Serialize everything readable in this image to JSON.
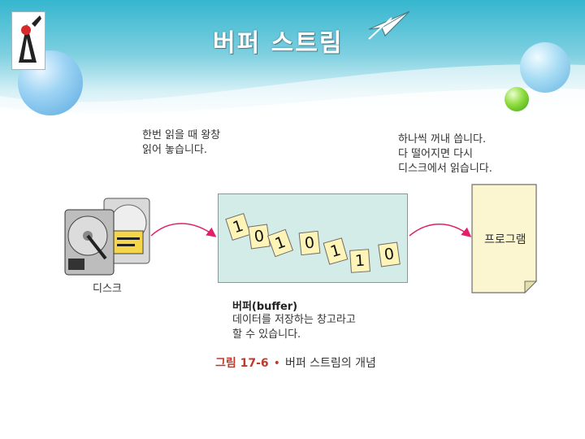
{
  "title": "버퍼 스트림",
  "captions": {
    "read_left": "한번 읽을 때 왕창\n읽어 놓습니다.",
    "read_right": "하나씩 꺼내 씁니다.\n다 떨어지면 다시\n디스크에서 읽습니다."
  },
  "disk_label": "디스크",
  "program_label": "프로그램",
  "buffer": {
    "title": "버퍼(buffer)",
    "description": "데이터를 저장하는 창고라고\n할 수 있습니다.",
    "bits": [
      "1",
      "0",
      "1",
      "0",
      "1",
      "1",
      "0"
    ]
  },
  "figure_caption": {
    "number": "그림 17-6",
    "text": "버퍼 스트림의 개념"
  },
  "colors": {
    "banner": "#35b6cf",
    "buffer_fill": "#d3ece8",
    "bit_fill": "#fff4b8",
    "program_fill": "#fbf6cf",
    "arrow": "#e0206a",
    "caption_accent": "#c0392b"
  },
  "icons": [
    "java-duke-logo-icon",
    "paper-plane-icon",
    "hard-disk-icon",
    "document-icon"
  ]
}
